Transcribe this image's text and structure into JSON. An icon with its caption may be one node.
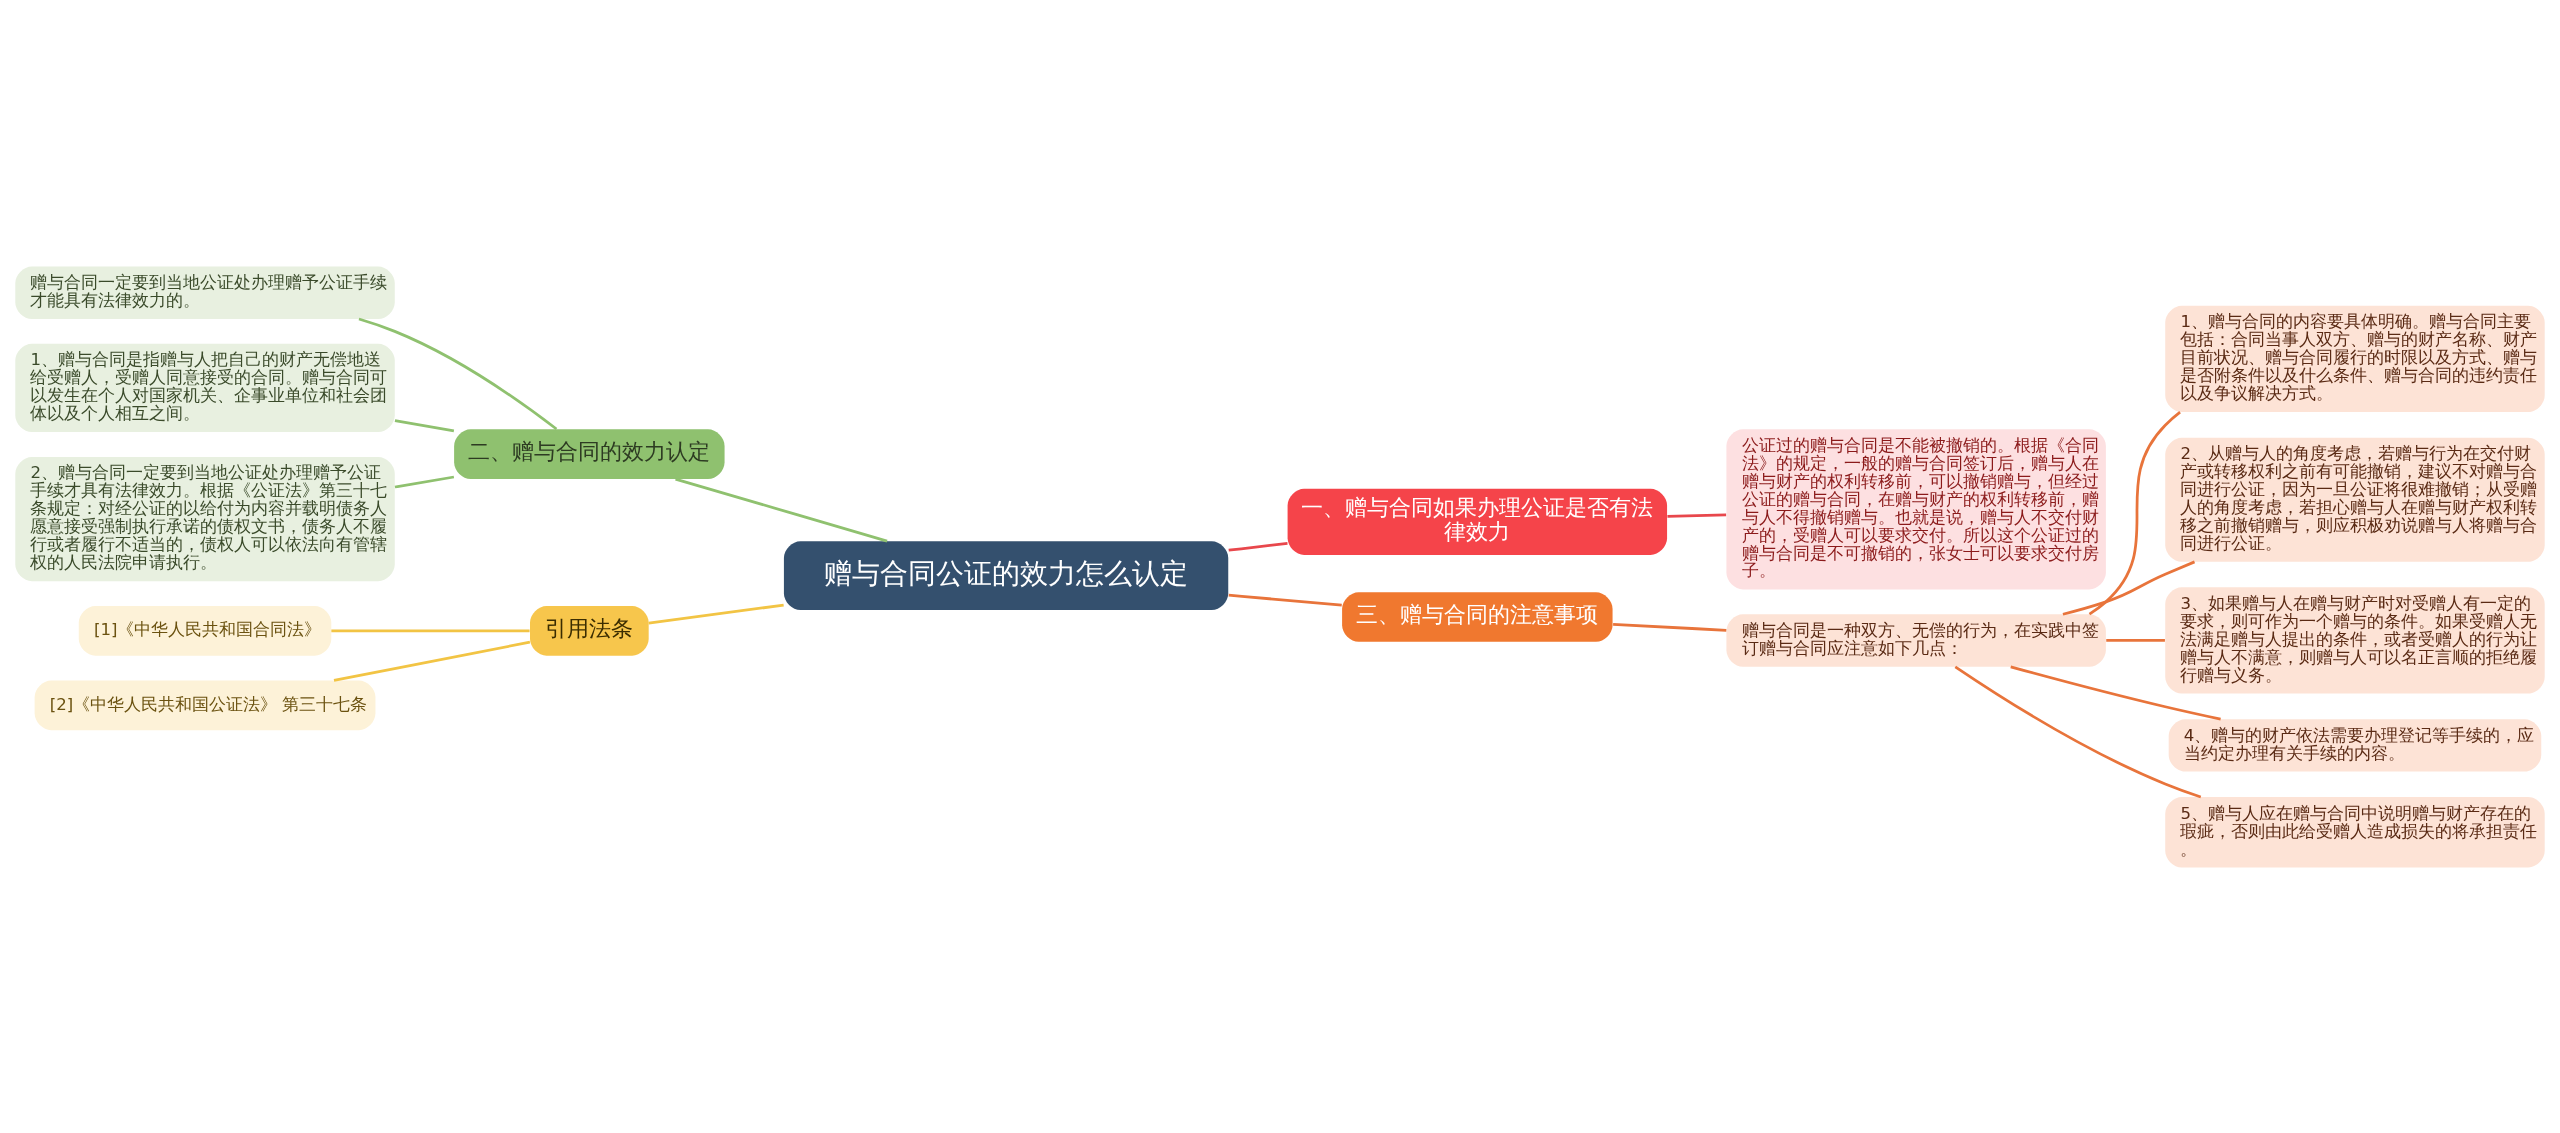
{
  "diagram": {
    "nodes": [
      {
        "text": [
          "赠与合同公证的效力怎么认定"
        ]
      },
      {
        "text": [
          "一、赠与合同如果办理公证是否有法律效力"
        ]
      },
      {
        "text": [
          "公证过的赠与合同是不能被撤销的。根据《合同法》的规定，一般的赠与合同签订后，赠与人在赠与财产的权利转移前，可以撤销赠与，但经过公证的赠与合同，在赠与财产的权利转移前，赠与人不得撤销赠与。也就是说，赠与人不交付财产的，受赠人可以要求交付。所以这个公证过的赠与合同是不可撤销的，张女士可以要求交付房子。"
        ]
      },
      {
        "text": [
          "二、赠与合同的效力认定"
        ]
      },
      {
        "text": [
          "赠与合同一定要到当地公证处办理赠予公证手续才能具有法律效力的。"
        ]
      },
      {
        "text": [
          "1、赠与合同是指赠与人把自己的财产无偿地送给受赠人，受赠人同意接受的合同。赠与合同可以发生在个人对国家机关、企事业单位和社会团体以及个人相互之间。"
        ]
      },
      {
        "text": [
          "2、赠与合同一定要到当地公证处办理赠予公证手续才具有法律效力。根据《公证法》第三十七条规定：对经公证的以给付为内容并载明债务人愿意接受强制执行承诺的债权文书，债务人不履行或者履行不适当的，债权人可以依法向有管辖权的人民法院申请执行。"
        ]
      },
      {
        "text": [
          "引用法条"
        ]
      },
      {
        "text": [
          "[1]《中华人民共和国合同法》"
        ]
      },
      {
        "text": [
          "[2]《中华人民共和国公证法》 第三十七条"
        ]
      },
      {
        "text": [
          "三、赠与合同的注意事项"
        ]
      },
      {
        "text": [
          "赠与合同是一种双方、无偿的行为，在实践中签订赠与合同应注意如下几点："
        ]
      },
      {
        "text": [
          "1、赠与合同的内容要具体明确。赠与合同主要包括：合同当事人双方、赠与的财产名称、财产目前状况、赠与合同履行的时限以及方式、赠与是否附条件以及什么条件、赠与合同的违约责任以及争议解决方式。"
        ]
      },
      {
        "text": [
          "2、从赠与人的角度考虑，若赠与行为在交付财产或转移权利之前有可能撤销，建议不对赠与合同进行公证，因为一旦公证将很难撤销；从受赠人的角度考虑，若担心赠与人在赠与财产权利转移之前撤销赠与，则应积极劝说赠与人将赠与合同进行公证。"
        ]
      },
      {
        "text": [
          "3、如果赠与人在赠与财产时对受赠人有一定的要求，则可作为一个赠与的条件。如果受赠人无法满足赠与人提出的条件，或者受赠人的行为让赠与人不满意，则赠与人可以名正言顺的拒绝履行赠与义务。"
        ]
      },
      {
        "text": [
          "4、赠与的财产依法需要办理登记等手续的，应当约定办理有关手续的内容。"
        ]
      },
      {
        "text": [
          "5、赠与人应在赠与合同中说明赠与财产存在的瑕疵，否则由此给受赠人造成损失的将承担责任。"
        ]
      }
    ],
    "edges": [
      {
        "from": 0,
        "to": 1,
        "arrow": "none",
        "color": "#e8474c"
      },
      {
        "from": 1,
        "to": 2,
        "arrow": "none",
        "color": "#e8474c"
      },
      {
        "from": 0,
        "to": 3,
        "arrow": "none",
        "color": "#8fc16f"
      },
      {
        "from": 3,
        "to": 4,
        "arrow": "none",
        "color": "#8fc16f"
      },
      {
        "from": 3,
        "to": 5,
        "arrow": "none",
        "color": "#8fc16f"
      },
      {
        "from": 3,
        "to": 6,
        "arrow": "none",
        "color": "#8fc16f"
      },
      {
        "from": 0,
        "to": 7,
        "arrow": "none",
        "color": "#f2c444"
      },
      {
        "from": 7,
        "to": 8,
        "arrow": "none",
        "color": "#f2c444"
      },
      {
        "from": 7,
        "to": 9,
        "arrow": "none",
        "color": "#f2c444"
      },
      {
        "from": 0,
        "to": 10,
        "arrow": "none"
      },
      {
        "from": 10,
        "to": 11,
        "arrow": "none"
      },
      {
        "from": 11,
        "to": 12,
        "arrow": "none"
      },
      {
        "from": 11,
        "to": 13,
        "arrow": "none"
      },
      {
        "from": 11,
        "to": 14,
        "arrow": "none"
      },
      {
        "from": 11,
        "to": 15,
        "arrow": "none"
      },
      {
        "from": 11,
        "to": 16,
        "arrow": "none"
      }
    ]
  }
}
